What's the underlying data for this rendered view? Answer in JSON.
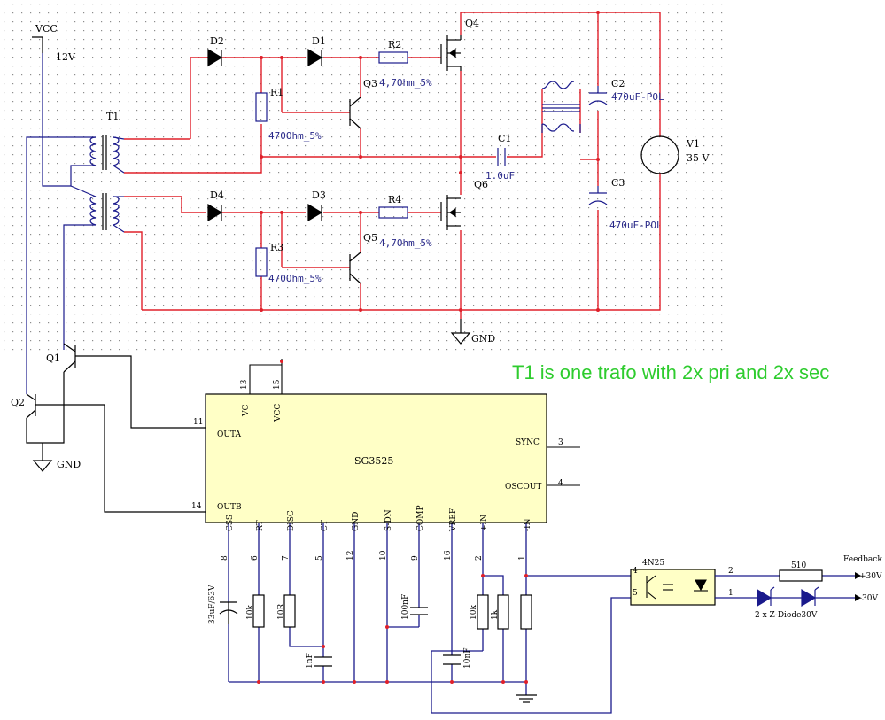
{
  "colors": {
    "wire_red": "#e0202a",
    "wire_blue": "#1a1a8c",
    "wire_black": "#000000",
    "ic_fill": "#ffffc6",
    "opto_fill": "#ffffc6",
    "note_green": "#2ecc2e",
    "dot_grid": "#8c8c8c"
  },
  "note": "T1 is one trafo with 2x pri and 2x sec",
  "labels": {
    "vcc": "VCC",
    "vcc_value": "12V",
    "t1": "T1",
    "d1": "D1",
    "d2": "D2",
    "d3": "D3",
    "d4": "D4",
    "r1": "R1",
    "r2": "R2",
    "r3": "R3",
    "r4": "R4",
    "r1_value": "470Ohm_5%",
    "r2_value": "4,7Ohm_5%",
    "r3_value": "470Ohm_5%",
    "r4_value": "4,7Ohm_5%",
    "q1": "Q1",
    "q2": "Q2",
    "q3": "Q3",
    "q4": "Q4",
    "q5": "Q5",
    "q6": "Q6",
    "c1": "C1",
    "c1_value": "1.0uF",
    "c2": "C2",
    "c2_value": "470uF-POL",
    "c3": "C3",
    "c3_value": "470uF-POL",
    "v1": "V1",
    "v1_value": "35 V",
    "gnd_top": "GND",
    "gnd_left": "GND",
    "ic_name": "SG3525",
    "opto_name": "4N25",
    "r_fb": "510",
    "feedback": "Feedback",
    "out_plus": "+30V",
    "out_minus": "-30V",
    "zener": "2 x Z-Diode30V",
    "css_cap": "33uF/63V",
    "rt_res": "10k",
    "disc_res": "10R",
    "ct_cap": "1nF",
    "comp_cap": "100nF",
    "vref_cap": "10nF",
    "in_res_a": "10k",
    "in_res_b": "1k"
  },
  "ic_pins": {
    "vc": "VC",
    "vcc": "VCC",
    "outa": "OUTA",
    "outb": "OUTB",
    "sync": "SYNC",
    "oscout": "OSCOUT",
    "css": "CSS",
    "rt": "RT",
    "disc": "DISC",
    "ct": "CT",
    "gnd": "GND",
    "sdn": "S-DN",
    "comp": "COMP",
    "vref": "VREF",
    "inp": "+IN",
    "inn": "-IN",
    "n13": "13",
    "n15": "15",
    "n11": "11",
    "n14": "14",
    "n3": "3",
    "n4": "4",
    "n8": "8",
    "n6": "6",
    "n7": "7",
    "n5": "5",
    "n12": "12",
    "n10": "10",
    "n9": "9",
    "n16": "16",
    "n2": "2",
    "n1": "1"
  },
  "opto_pins": {
    "p4": "4",
    "p5": "5",
    "p2": "2",
    "p1": "1"
  }
}
